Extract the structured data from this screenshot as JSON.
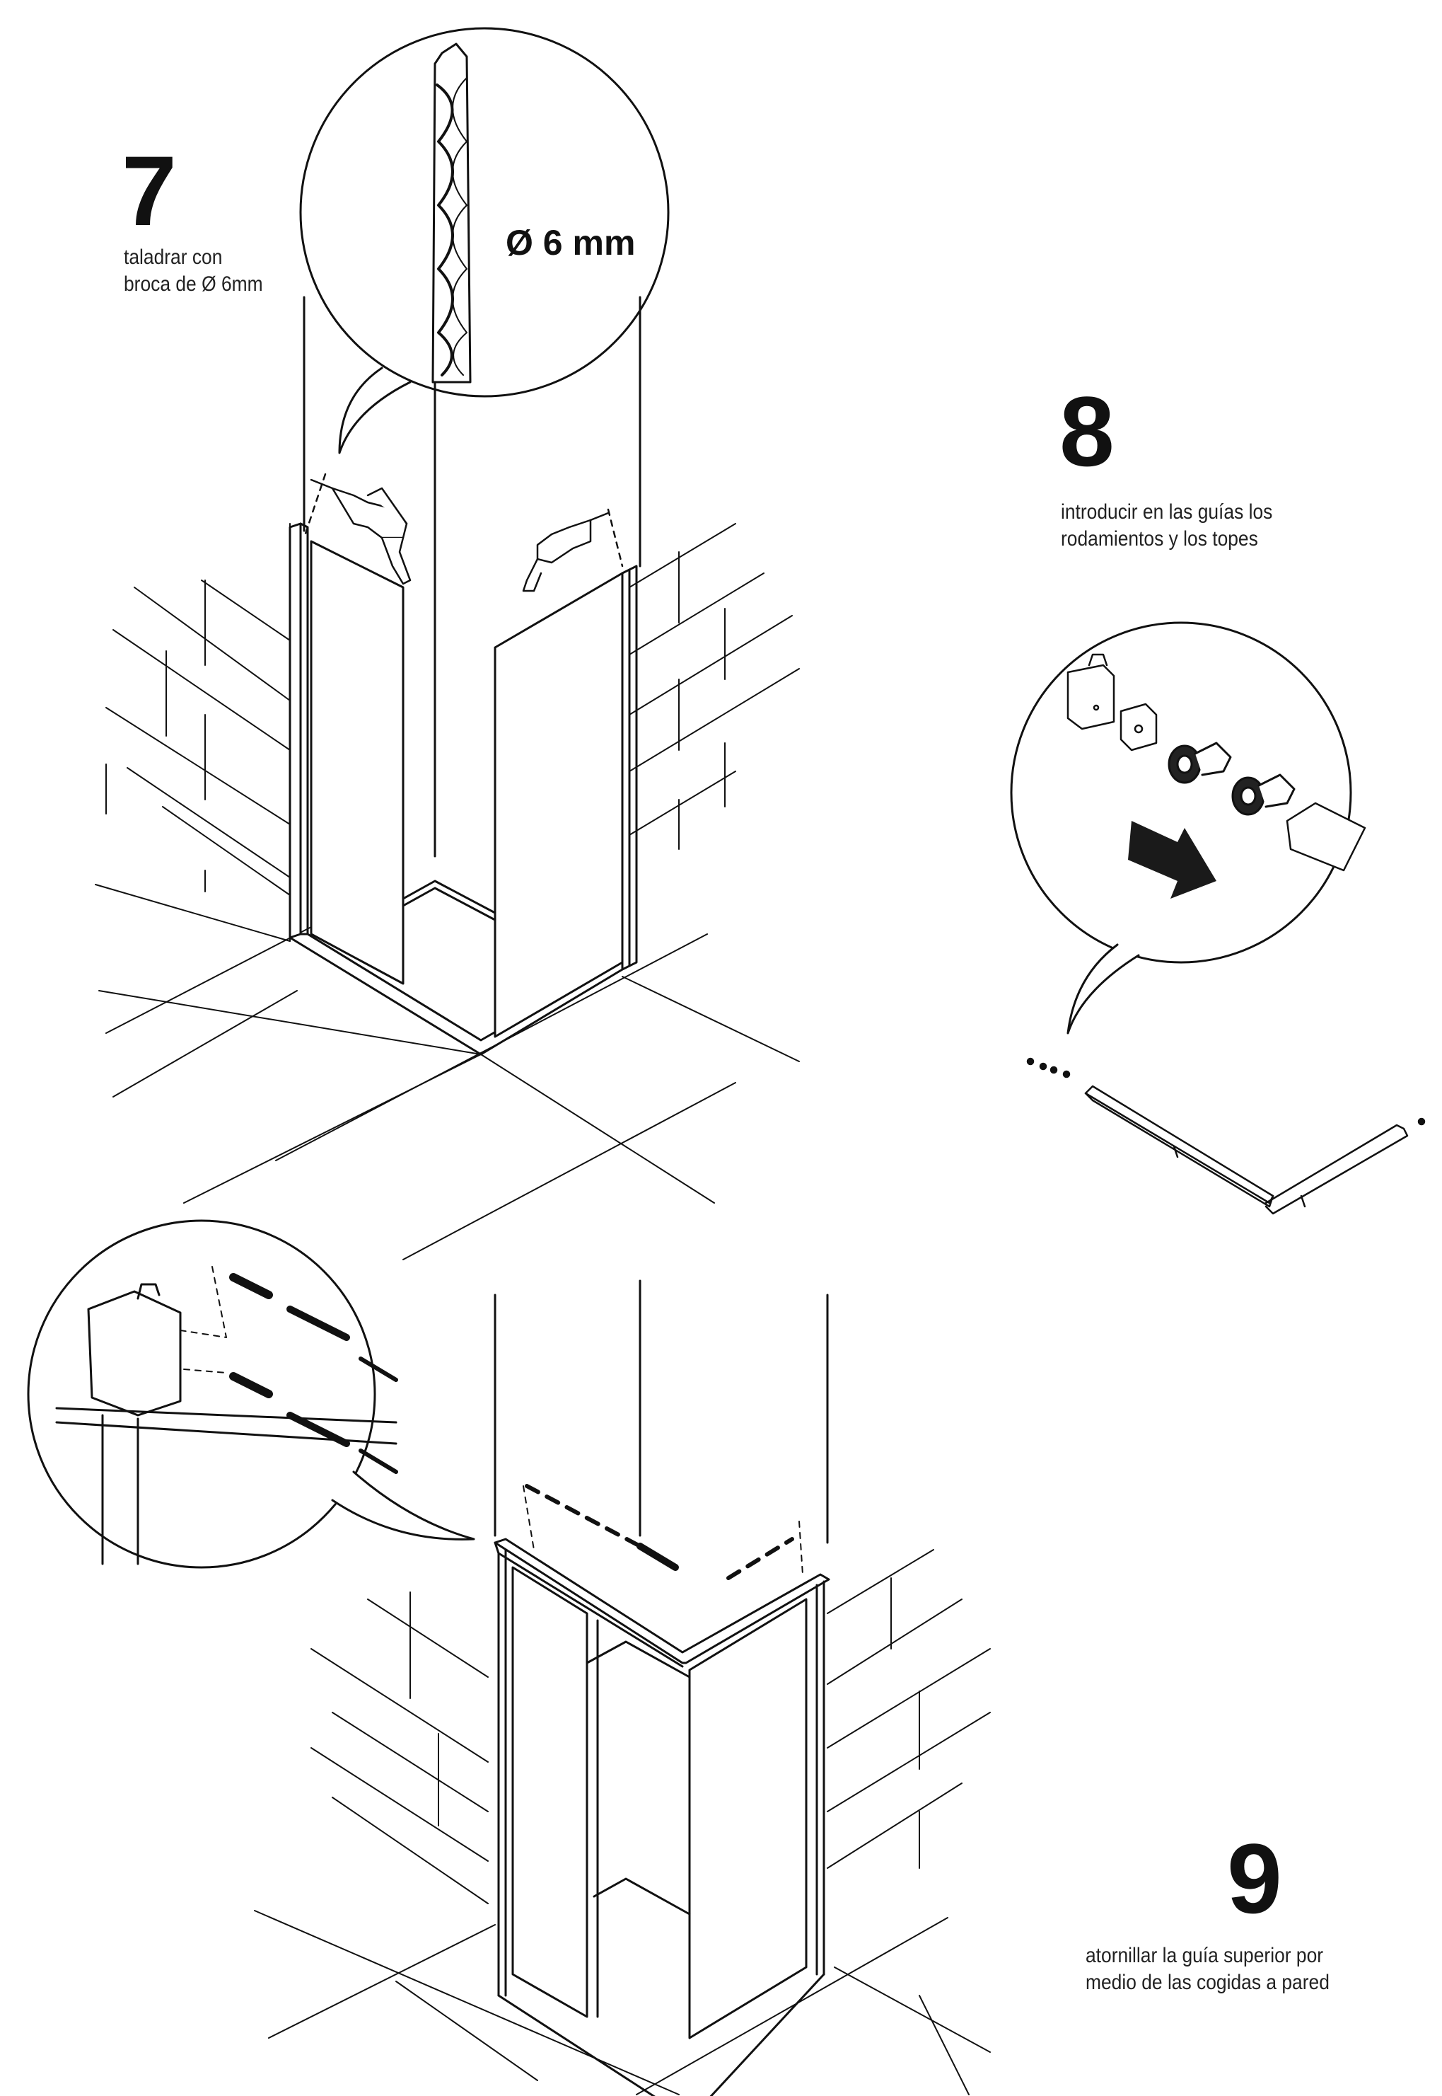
{
  "steps": [
    {
      "number": "7",
      "caption": "taladrar con\nbroca de Ø 6mm",
      "callout": "Ø 6 mm"
    },
    {
      "number": "8",
      "caption": "introducir en las guías los\nrodamientos y los topes"
    },
    {
      "number": "9",
      "caption": "atornillar la guía superior por\nmedio de las cogidas a pared"
    }
  ],
  "colors": {
    "ink": "#111111",
    "paper": "#ffffff"
  },
  "icons": [
    "drill-bit-icon",
    "power-drill-icon",
    "bearing-icon",
    "stop-block-icon",
    "arrow-icon",
    "screw-icon",
    "wall-plug-icon",
    "wall-bracket-icon"
  ]
}
